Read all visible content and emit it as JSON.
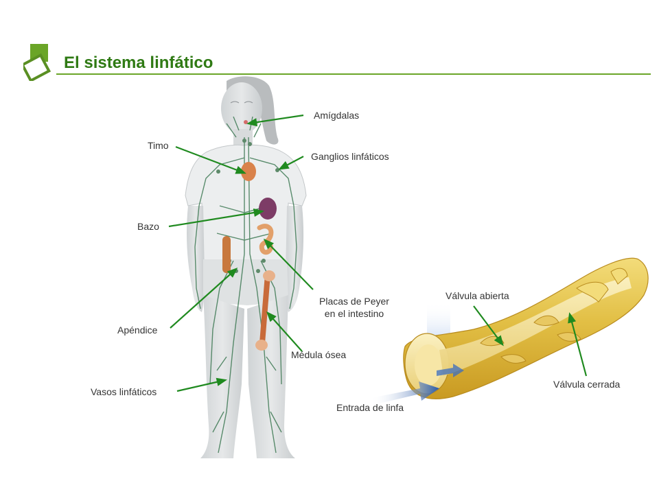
{
  "header": {
    "title": "El sistema linfático",
    "accent_color": "#6aa527",
    "title_color": "#2f7a14",
    "logo_icon": "stacked-squares-icon"
  },
  "body_diagram": {
    "labels": {
      "amigdalas": "Amígdalas",
      "timo": "Timo",
      "ganglios": "Ganglios linfáticos",
      "bazo": "Bazo",
      "placas_line1": "Placas de Peyer",
      "placas_line2": "en el intestino",
      "apendice": "Apéndice",
      "medula": "Médula ósea",
      "vasos": "Vasos linfáticos"
    },
    "pointer_color": "#1f8a1f"
  },
  "vessel_diagram": {
    "labels": {
      "valvula_abierta": "Válvula abierta",
      "valvula_cerrada": "Válvula cerrada",
      "entrada": "Entrada de linfa"
    },
    "vessel_color": "#e8c64a",
    "flow_arrow_color": "#2a5aa8"
  }
}
